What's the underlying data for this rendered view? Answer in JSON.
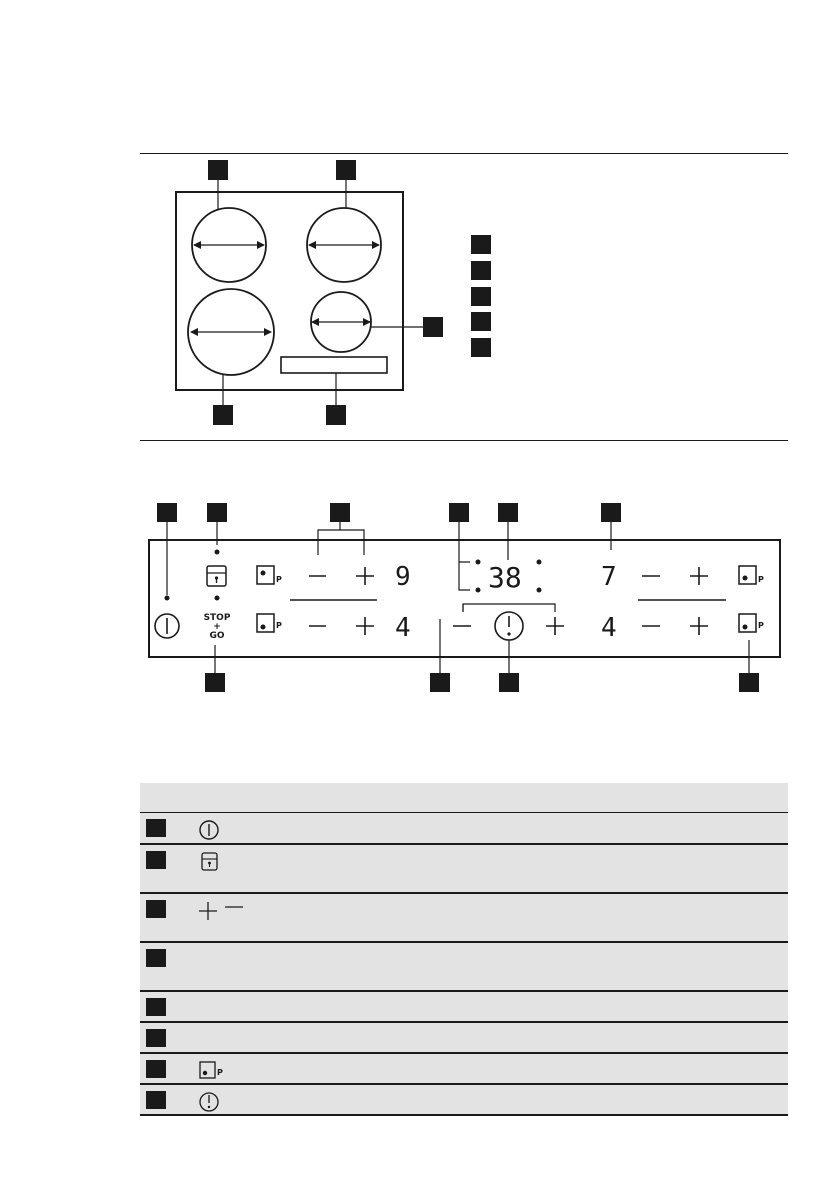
{
  "hob_layout": {
    "markers_top": [
      "",
      ""
    ],
    "markers_right": [
      ""
    ],
    "markers_bottom": [
      "",
      ""
    ],
    "key_boxes": [
      "",
      "",
      "",
      "",
      ""
    ]
  },
  "control_panel": {
    "stop_go_label": "STOP\n+\nGO",
    "stop_label": "STOP",
    "plus_label": "+",
    "go_label": "GO",
    "display_front_left": "9",
    "display_rear_left": "4",
    "display_timer": "38",
    "display_front_right": "7",
    "display_rear_right": "4",
    "boost_symbol": "P"
  },
  "legend_rows": [
    {
      "symbol": "on-off-icon"
    },
    {
      "symbol": "lock-icon"
    },
    {
      "symbol": "plus-minus-icon"
    },
    {
      "symbol": ""
    },
    {
      "symbol": ""
    },
    {
      "symbol": ""
    },
    {
      "symbol": "boost-icon"
    },
    {
      "symbol": "timer-icon"
    }
  ],
  "colors": {
    "ink": "#1a1a1a",
    "table_bg": "#e3e3e3"
  }
}
